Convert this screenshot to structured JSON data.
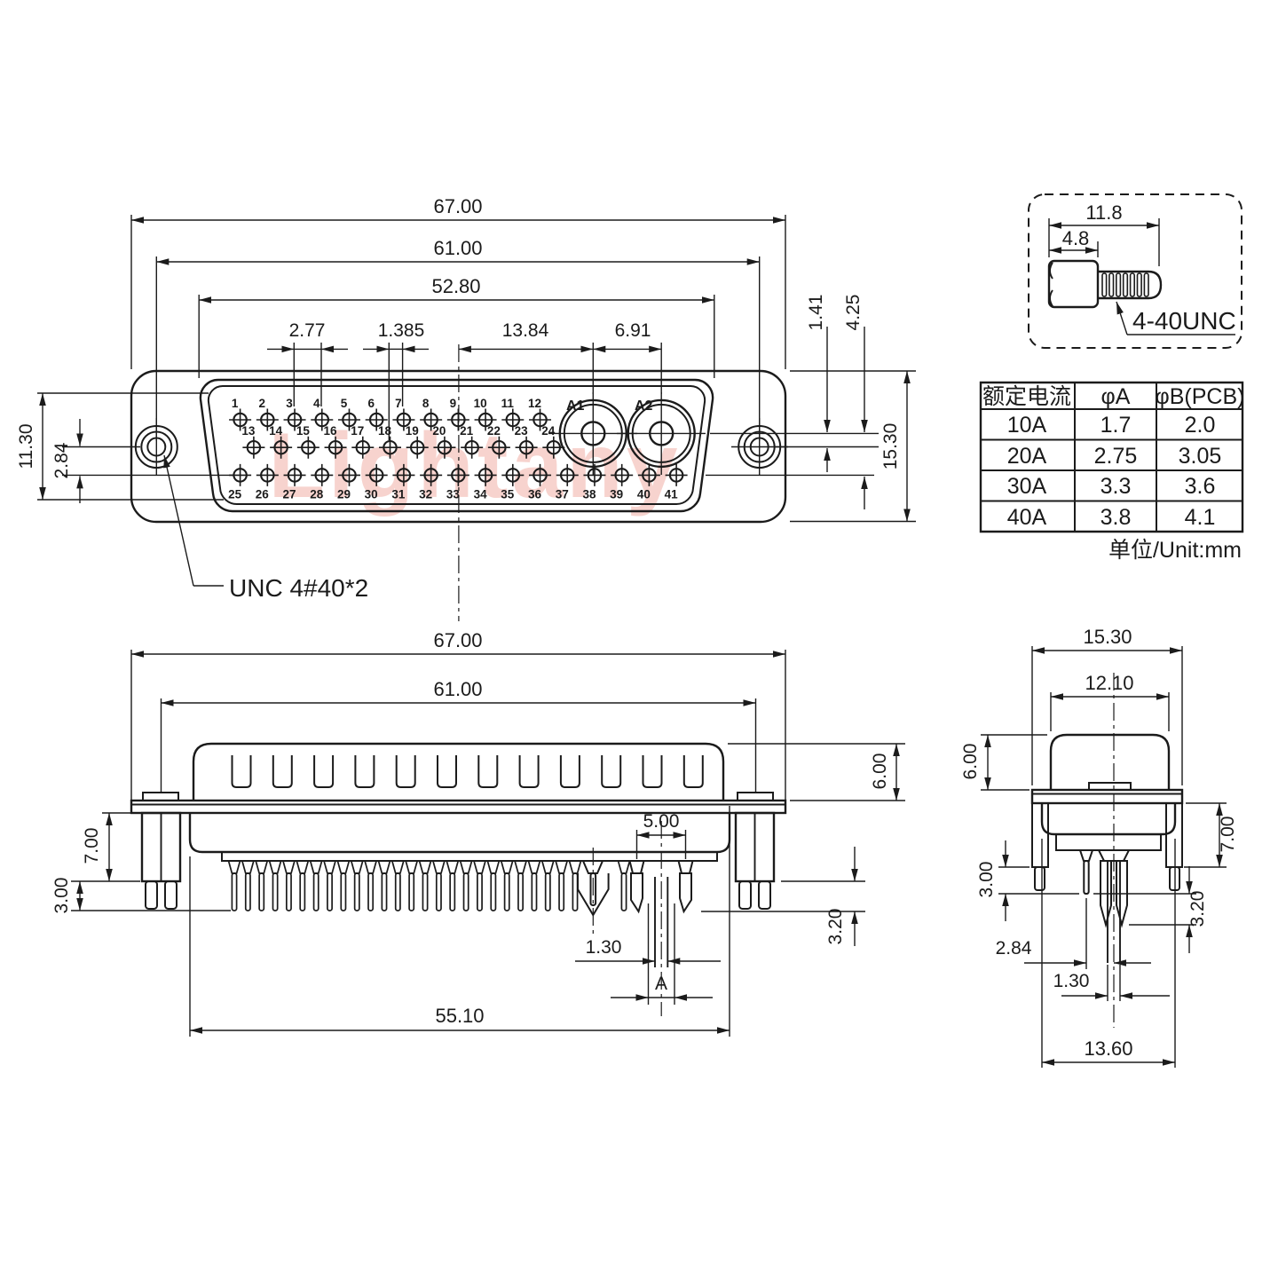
{
  "watermark": "Lightany",
  "front_view": {
    "dims": {
      "overall_width": "67.00",
      "mount_spacing": "61.00",
      "opening_width": "52.80",
      "pin_pitch": "2.77",
      "row_offset": "1.385",
      "center_to_a1": "13.84",
      "a1_to_a2": "6.91",
      "row_gap_small": "1.41",
      "row_gap_large": "4.25",
      "shell_height": "15.30",
      "opening_height": "11.30",
      "hole_to_row3": "2.84"
    },
    "thread_note": "UNC 4#40*2",
    "labels": {
      "a1": "A1",
      "a2": "A2"
    },
    "pins": {
      "row1": [
        "1",
        "2",
        "3",
        "4",
        "5",
        "6",
        "7",
        "8",
        "9",
        "10",
        "11",
        "12"
      ],
      "row2": [
        "13",
        "14",
        "15",
        "16",
        "17",
        "18",
        "19",
        "20",
        "21",
        "22",
        "23",
        "24"
      ],
      "row3": [
        "25",
        "26",
        "27",
        "28",
        "29",
        "30",
        "31",
        "32",
        "33",
        "34",
        "35",
        "36",
        "37",
        "38",
        "39",
        "40",
        "41"
      ]
    }
  },
  "screw_detail": {
    "dims": {
      "total_length": "11.8",
      "head_length": "4.8"
    },
    "thread_label": "4-40UNC"
  },
  "spec_table": {
    "headers": [
      "额定电流",
      "φA",
      "φB(PCB)"
    ],
    "rows": [
      [
        "10A",
        "1.7",
        "2.0"
      ],
      [
        "20A",
        "2.75",
        "3.05"
      ],
      [
        "30A",
        "3.3",
        "3.6"
      ],
      [
        "40A",
        "3.8",
        "4.1"
      ]
    ],
    "unit_note": "单位/Unit:mm"
  },
  "bottom_view": {
    "dims": {
      "overall_width": "67.00",
      "mount_spacing": "61.00",
      "shell_height": "6.00",
      "post_length": "7.00",
      "pin_protrusion": "3.00",
      "coax_legs": "5.00",
      "center_pin_dia": "1.30",
      "hole_dia": "A",
      "tail_offset": "3.20",
      "tail_field_width": "55.10"
    }
  },
  "side_view": {
    "dims": {
      "flange_width": "15.30",
      "shell_width": "12.10",
      "shell_height": "6.00",
      "post_length": "7.00",
      "pin_protrusion": "3.00",
      "tail_offset": "3.20",
      "pin_to_center": "2.84",
      "center_pin_dia": "1.30",
      "body_depth": "13.60"
    }
  }
}
